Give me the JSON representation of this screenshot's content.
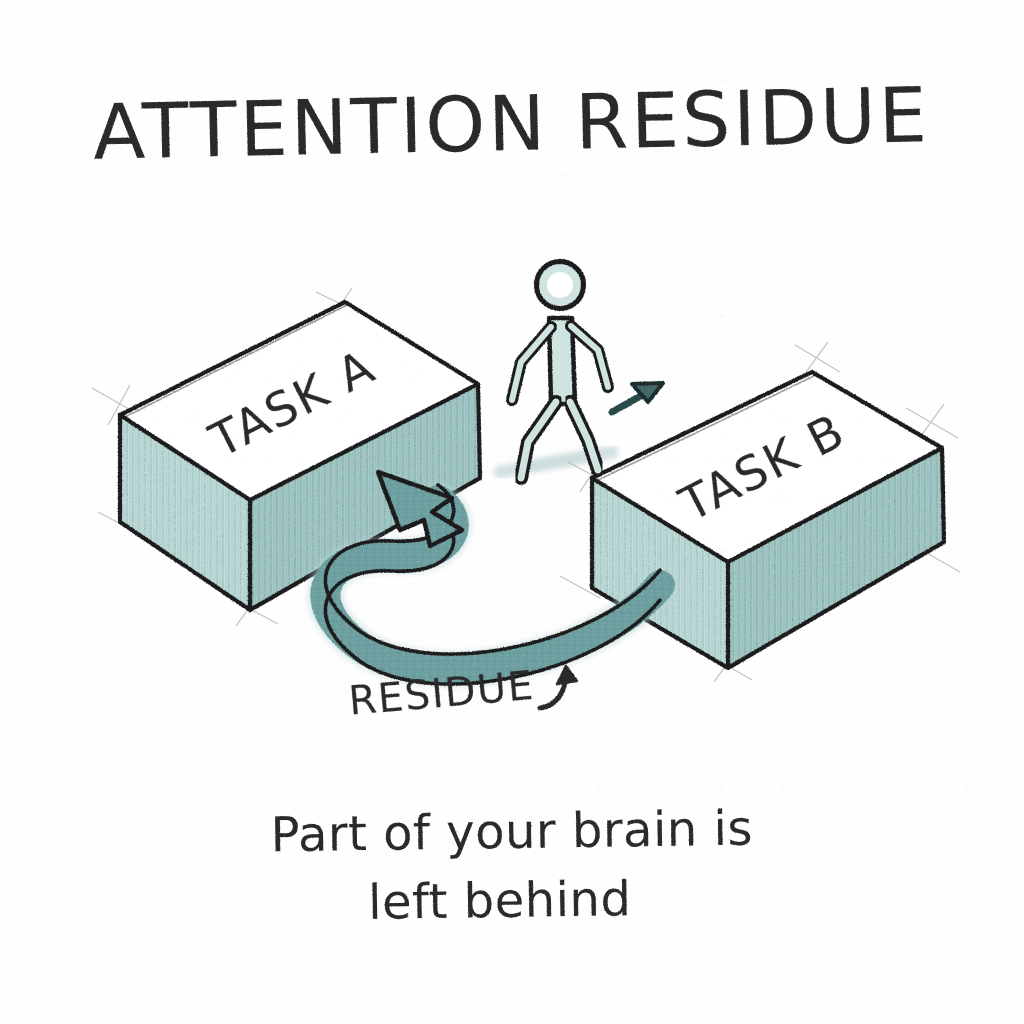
{
  "page": {
    "title": "ATTENTION RESIDUE",
    "background_color": "#fefefe",
    "ink_color": "#2b2b2b",
    "accent_teal": "#6d9fa0",
    "light_teal": "#b9d6d4",
    "construction_line_color": "#b3b3b3"
  },
  "diagram": {
    "type": "hand-drawn-isometric-sketch",
    "blocks": [
      {
        "id": "task-a",
        "label": "TASK A",
        "label_rotation_deg": -27,
        "top_face_color": "#ffffff",
        "side_face_color": "#b9d6d4"
      },
      {
        "id": "task-b",
        "label": "TASK B",
        "label_rotation_deg": -27,
        "top_face_color": "#ffffff",
        "side_face_color": "#b9d6d4"
      }
    ],
    "figure": {
      "id": "walking-person",
      "description": "stick figure walking from Task A to Task B",
      "fill_color": "#cfe3e1",
      "outline_color": "#2b2b2b"
    },
    "direction_arrow": {
      "id": "forward-arrow",
      "direction": "right",
      "color": "#2b4a4a"
    },
    "residue_arrow": {
      "id": "residue-curve",
      "label": "RESIDUE",
      "from": "TASK B",
      "to": "TASK A",
      "color": "#6d9fa0",
      "pointer_glyph": "curved-up-arrow"
    }
  },
  "caption": {
    "line1": "Part of your brain is",
    "line2": "left behind"
  }
}
